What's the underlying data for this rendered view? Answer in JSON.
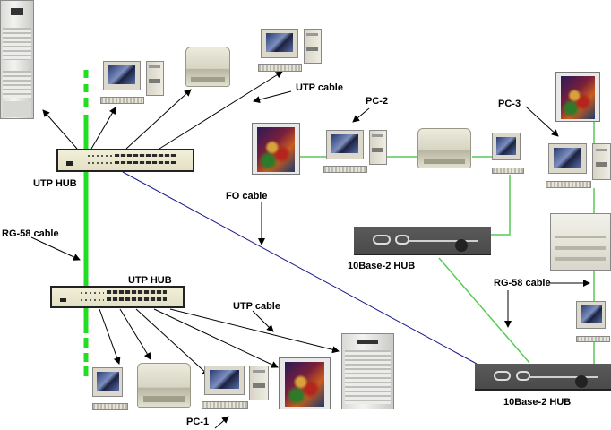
{
  "title": "Network topology diagram: UTP hubs, RG-58 coaxial, FO cable and 10Base-2 hubs",
  "colors": {
    "rg58_backbone": "#22dd22",
    "coax_segment": "#55cc55",
    "fo_cable": "#1a1a8c",
    "utp_cable": "#000000",
    "label_text": "#000000"
  },
  "labels": {
    "utp_hub_top": "UTP  HUB",
    "utp_hub_bottom": "UTP  HUB",
    "utp_cable_top": "UTP cable",
    "utp_cable_bottom": "UTP cable",
    "pc2": "PC-2",
    "pc3": "PC-3",
    "pc1": "PC-1",
    "fo_cable": "FO cable",
    "rg58_left": "RG-58 cable",
    "rg58_right": "RG-58 cable",
    "hub_10base2_mid": "10Base-2 HUB",
    "hub_10base2_bottom": "10Base-2 HUB"
  },
  "devices": [
    {
      "id": "server-top-left",
      "type": "server"
    },
    {
      "id": "pc-top",
      "type": "pc"
    },
    {
      "id": "printer-top",
      "type": "laser-printer"
    },
    {
      "id": "pc-top-right",
      "type": "pc"
    },
    {
      "id": "utp-hub-top",
      "type": "utp-hub"
    },
    {
      "id": "plotter-pc2",
      "type": "plotter"
    },
    {
      "id": "pc2",
      "type": "pc",
      "label": "PC-2"
    },
    {
      "id": "printer-mid",
      "type": "laser-printer"
    },
    {
      "id": "pc-mid-right",
      "type": "pc"
    },
    {
      "id": "hub-10base2-mid",
      "type": "10base2-hub"
    },
    {
      "id": "plotter-pc3",
      "type": "plotter"
    },
    {
      "id": "pc3",
      "type": "pc",
      "label": "PC-3"
    },
    {
      "id": "printer-big-right",
      "type": "laser-printer"
    },
    {
      "id": "pc-bottom-right",
      "type": "pc"
    },
    {
      "id": "hub-10base2-bottom",
      "type": "10base2-hub"
    },
    {
      "id": "utp-hub-bottom",
      "type": "utp-hub"
    },
    {
      "id": "pc-bottom-left",
      "type": "pc"
    },
    {
      "id": "printer-bottom",
      "type": "laser-printer"
    },
    {
      "id": "pc1",
      "type": "pc",
      "label": "PC-1"
    },
    {
      "id": "plotter-bottom",
      "type": "plotter"
    },
    {
      "id": "server-bottom",
      "type": "server"
    }
  ]
}
